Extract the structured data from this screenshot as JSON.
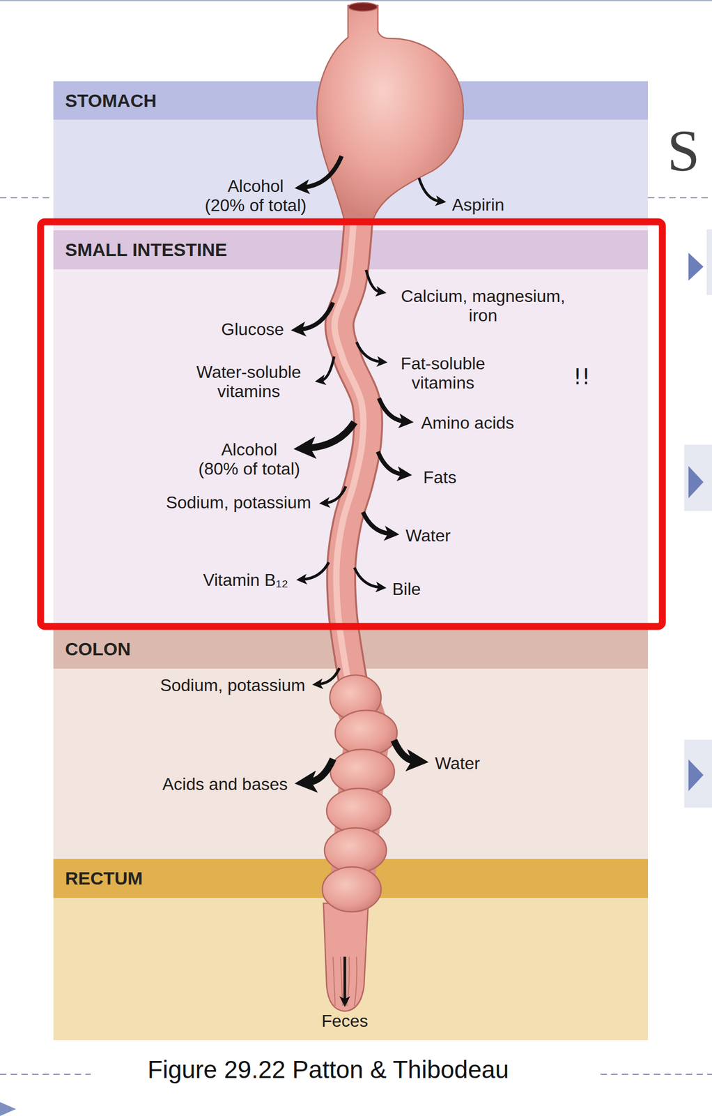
{
  "diagram": {
    "caption": "Figure 29.22 Patton & Thibodeau",
    "nodes": [
      {
        "text": [
          "STOMACH"
        ]
      },
      {
        "text": [
          "SMALL INTESTINE"
        ]
      },
      {
        "text": [
          "COLON"
        ]
      },
      {
        "text": [
          "RECTUM"
        ]
      }
    ],
    "labels": [
      "S",
      "Alcohol (20% of total)",
      "Aspirin",
      "Calcium, magnesium, iron",
      "Glucose",
      "Water-soluble vitamins",
      "Fat-soluble vitamins",
      "!!",
      "Amino acids",
      "Alcohol (80% of total)",
      "Fats",
      "Sodium, potassium",
      "Water",
      "Vitamin B₁₂",
      "Bile",
      "Sodium, potassium",
      "Water",
      "Acids and bases",
      "Feces"
    ]
  }
}
